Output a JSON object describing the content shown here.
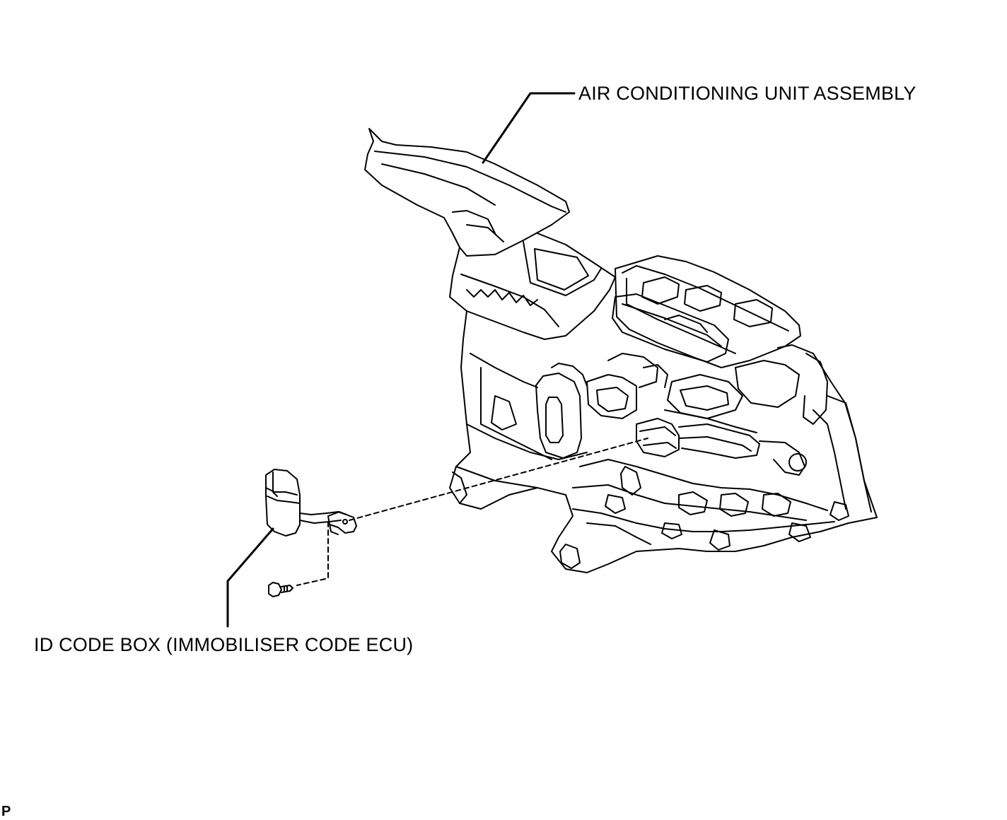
{
  "labels": {
    "air_conditioning_unit": "AIR CONDITIONING UNIT ASSEMBLY",
    "id_code_box": "ID CODE BOX (IMMOBILISER CODE ECU)",
    "corner_mark": "P"
  }
}
